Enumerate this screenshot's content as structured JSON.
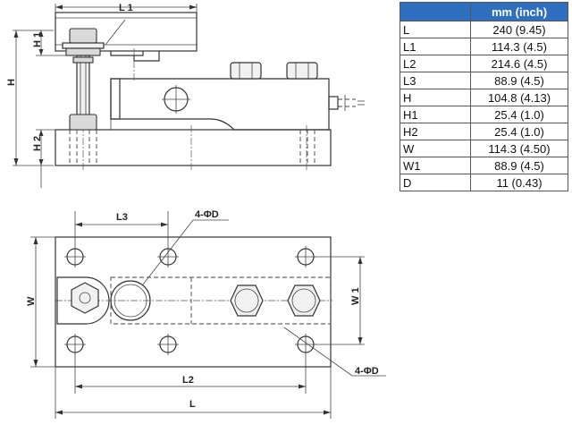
{
  "table": {
    "header_left": "",
    "header": "mm (inch)",
    "rows": [
      {
        "symbol": "L",
        "value": "240 (9.45)"
      },
      {
        "symbol": "L1",
        "value": "114.3 (4.5)"
      },
      {
        "symbol": "L2",
        "value": "214.6 (4.5)"
      },
      {
        "symbol": "L3",
        "value": "88.9 (4.5)"
      },
      {
        "symbol": "H",
        "value": "104.8 (4.13)"
      },
      {
        "symbol": "H1",
        "value": "25.4 (1.0)"
      },
      {
        "symbol": "H2",
        "value": "25.4 (1.0)"
      },
      {
        "symbol": "W",
        "value": "114.3 (4.50)"
      },
      {
        "symbol": "W1",
        "value": "88.9 (4.5)"
      },
      {
        "symbol": "D",
        "value": "11 (0.43)"
      }
    ]
  },
  "labels": {
    "l1": "L 1",
    "h": "H",
    "h1": "H 1",
    "h2": "H 2",
    "l3": "L3",
    "hole_top": "4-ΦD",
    "hole_bottom": "4-ΦD",
    "w": "W",
    "w1": "W 1",
    "l2": "L2",
    "l": "L"
  }
}
